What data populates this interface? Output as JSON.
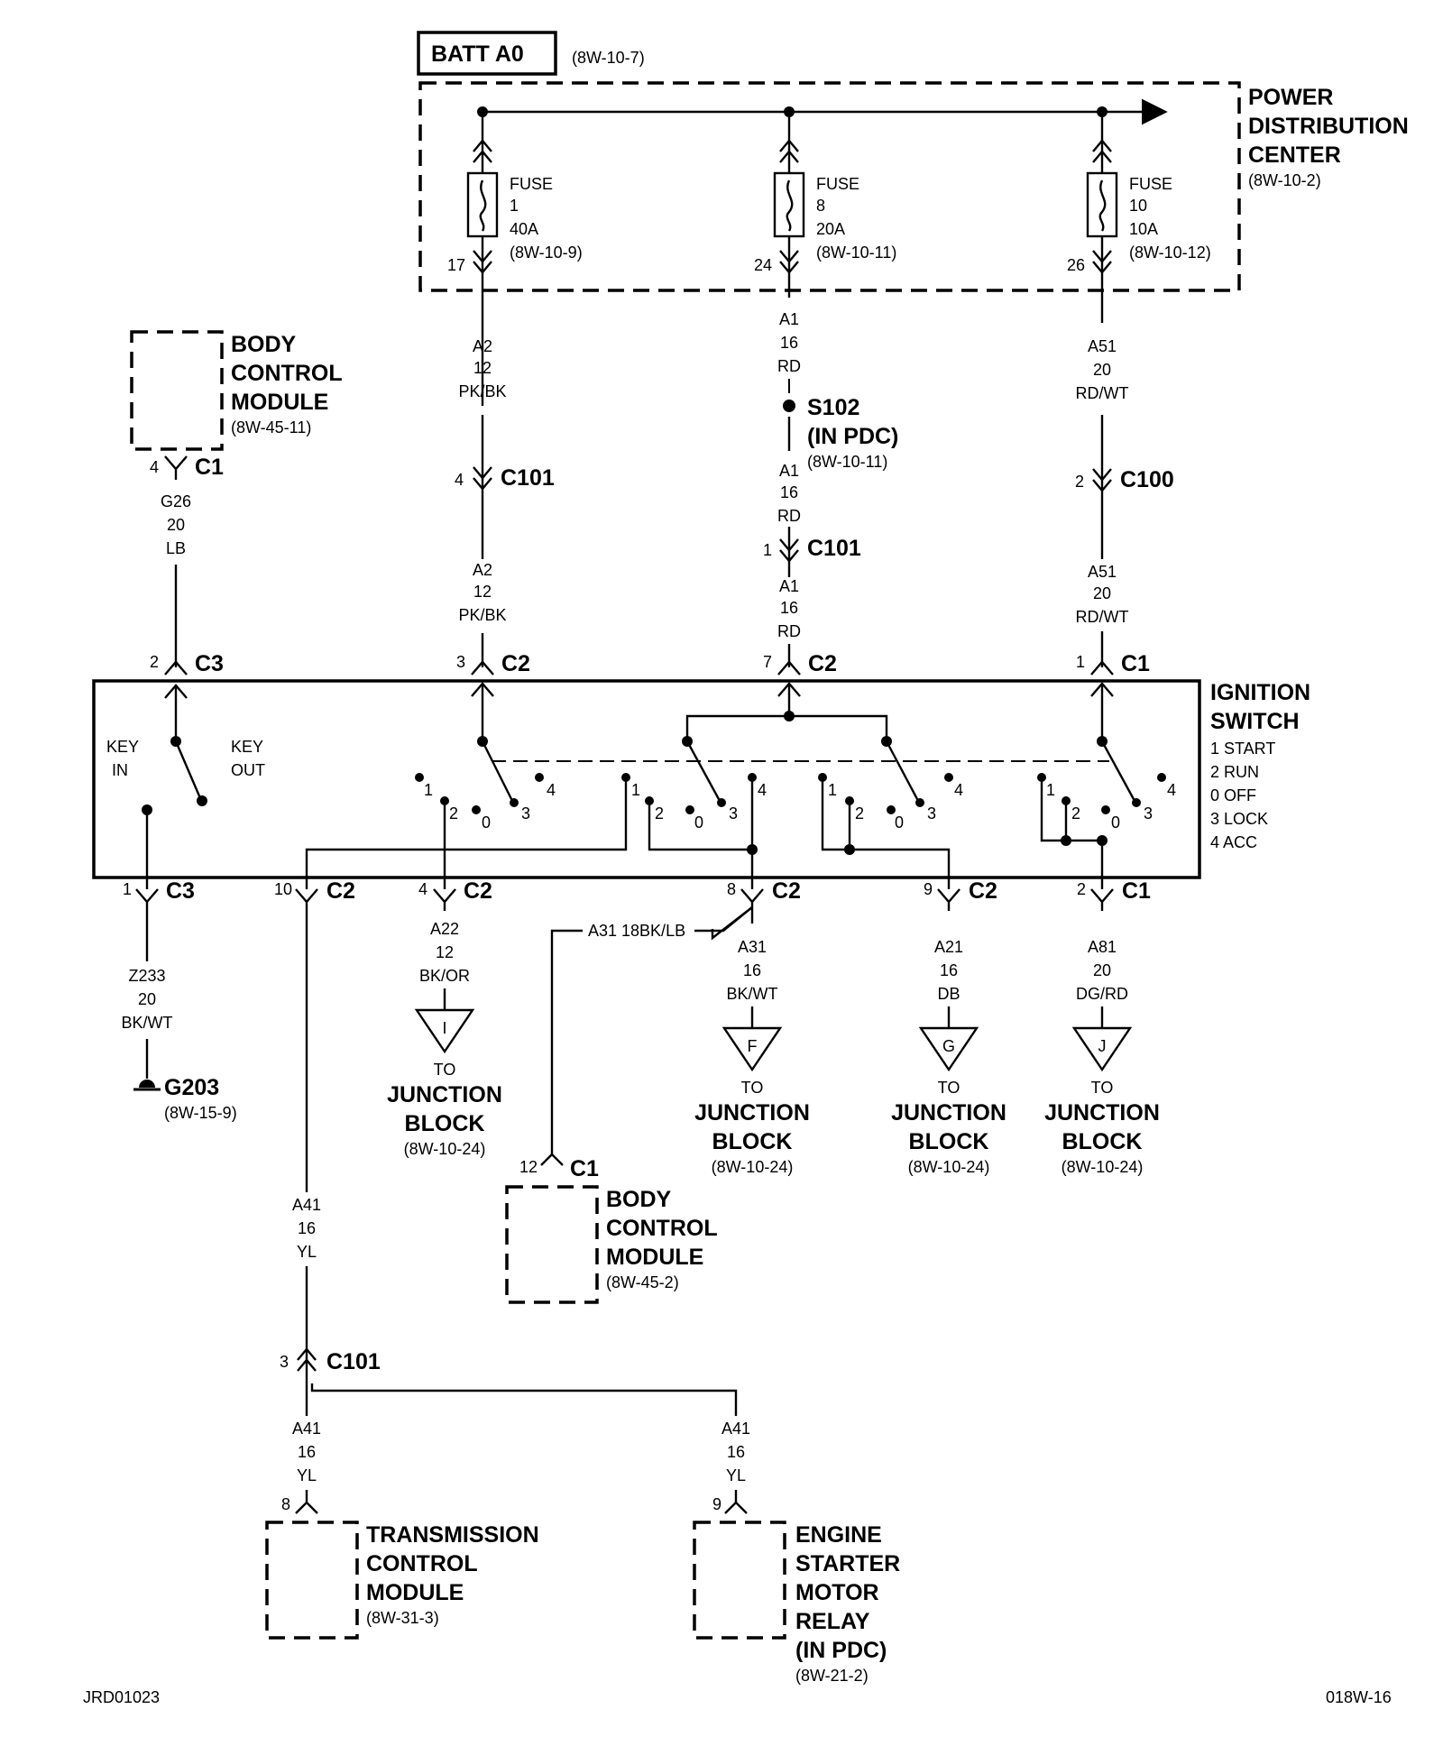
{
  "title_box": {
    "label": "BATT A0",
    "ref": "(8W-10-7)"
  },
  "pdc": {
    "l1": "POWER",
    "l2": "DISTRIBUTION",
    "l3": "CENTER",
    "ref": "(8W-10-2)"
  },
  "fuses": [
    {
      "word": "FUSE",
      "num": "1",
      "amp": "40A",
      "ref": "(8W-10-9)",
      "pin": "17"
    },
    {
      "word": "FUSE",
      "num": "8",
      "amp": "20A",
      "ref": "(8W-10-11)",
      "pin": "24"
    },
    {
      "word": "FUSE",
      "num": "10",
      "amp": "10A",
      "ref": "(8W-10-12)",
      "pin": "26"
    }
  ],
  "wires": {
    "a2_top": {
      "c": "A2",
      "g": "12",
      "col": "PK/BK"
    },
    "a2_bot": {
      "c": "A2",
      "g": "12",
      "col": "PK/BK"
    },
    "a1_top": {
      "c": "A1",
      "g": "16",
      "col": "RD"
    },
    "a1_mid": {
      "c": "A1",
      "g": "16",
      "col": "RD"
    },
    "a1_bot": {
      "c": "A1",
      "g": "16",
      "col": "RD"
    },
    "a51_top": {
      "c": "A51",
      "g": "20",
      "col": "RD/WT"
    },
    "a51_bot": {
      "c": "A51",
      "g": "20",
      "col": "RD/WT"
    },
    "g26": {
      "c": "G26",
      "g": "20",
      "col": "LB"
    },
    "z233": {
      "c": "Z233",
      "g": "20",
      "col": "BK/WT"
    },
    "a22": {
      "c": "A22",
      "g": "12",
      "col": "BK/OR"
    },
    "a31": {
      "c": "A31",
      "g": "16",
      "col": "BK/WT"
    },
    "a31b": "A31  18BK/LB",
    "a21": {
      "c": "A21",
      "g": "16",
      "col": "DB"
    },
    "a81": {
      "c": "A81",
      "g": "20",
      "col": "DG/RD"
    },
    "a41_top": {
      "c": "A41",
      "g": "16",
      "col": "YL"
    },
    "a41_l": {
      "c": "A41",
      "g": "16",
      "col": "YL"
    },
    "a41_r": {
      "c": "A41",
      "g": "16",
      "col": "YL"
    }
  },
  "splice": {
    "name": "S102",
    "sub": "(IN PDC)",
    "ref": "(8W-10-11)"
  },
  "connectors": {
    "c101_a": {
      "pin": "4",
      "name": "C101"
    },
    "c100": {
      "pin": "2",
      "name": "C100"
    },
    "c101_b": {
      "pin": "1",
      "name": "C101"
    },
    "bcm_c1": {
      "pin": "4",
      "name": "C1"
    },
    "sw_c3": {
      "pin": "2",
      "name": "C3"
    },
    "sw_c2a": {
      "pin": "3",
      "name": "C2"
    },
    "sw_c2b": {
      "pin": "7",
      "name": "C2"
    },
    "sw_c1": {
      "pin": "1",
      "name": "C1"
    },
    "out_c3": {
      "pin": "1",
      "name": "C3"
    },
    "out_c2a": {
      "pin": "10",
      "name": "C2"
    },
    "out_c2b": {
      "pin": "4",
      "name": "C2"
    },
    "out_c2c": {
      "pin": "8",
      "name": "C2"
    },
    "out_c2d": {
      "pin": "9",
      "name": "C2"
    },
    "out_c1": {
      "pin": "2",
      "name": "C1"
    },
    "bcm2_c1": {
      "pin": "12",
      "name": "C1"
    },
    "c101_c": {
      "pin": "3",
      "name": "C101"
    },
    "tcm_pin": {
      "pin": "8"
    },
    "relay_pin": {
      "pin": "9"
    }
  },
  "bcm_top": {
    "l1": "BODY",
    "l2": "CONTROL",
    "l3": "MODULE",
    "ref": "(8W-45-11)"
  },
  "bcm_bot": {
    "l1": "BODY",
    "l2": "CONTROL",
    "l3": "MODULE",
    "ref": "(8W-45-2)"
  },
  "tcm": {
    "l1": "TRANSMISSION",
    "l2": "CONTROL",
    "l3": "MODULE",
    "ref": "(8W-31-3)"
  },
  "relay": {
    "l1": "ENGINE",
    "l2": "STARTER",
    "l3": "MOTOR",
    "l4": "RELAY",
    "l5": "(IN PDC)",
    "ref": "(8W-21-2)"
  },
  "ignition": {
    "l1": "IGNITION",
    "l2": "SWITCH",
    "legend": [
      "1 START",
      "2 RUN",
      "0 OFF",
      "3 LOCK",
      "4 ACC"
    ],
    "key_in_1": "KEY",
    "key_in_2": "IN",
    "key_out_1": "KEY",
    "key_out_2": "OUT"
  },
  "ground": {
    "name": "G203",
    "ref": "(8W-15-9)"
  },
  "junctions": [
    {
      "letter": "I",
      "to": "TO",
      "l1": "JUNCTION",
      "l2": "BLOCK",
      "ref": "(8W-10-24)"
    },
    {
      "letter": "F",
      "to": "TO",
      "l1": "JUNCTION",
      "l2": "BLOCK",
      "ref": "(8W-10-24)"
    },
    {
      "letter": "G",
      "to": "TO",
      "l1": "JUNCTION",
      "l2": "BLOCK",
      "ref": "(8W-10-24)"
    },
    {
      "letter": "J",
      "to": "TO",
      "l1": "JUNCTION",
      "l2": "BLOCK",
      "ref": "(8W-10-24)"
    }
  ],
  "positions": {
    "p1": "1",
    "p2": "2",
    "p0": "0",
    "p3": "3",
    "p4": "4"
  },
  "footer": {
    "left": "JRD01023",
    "right": "018W-16"
  }
}
